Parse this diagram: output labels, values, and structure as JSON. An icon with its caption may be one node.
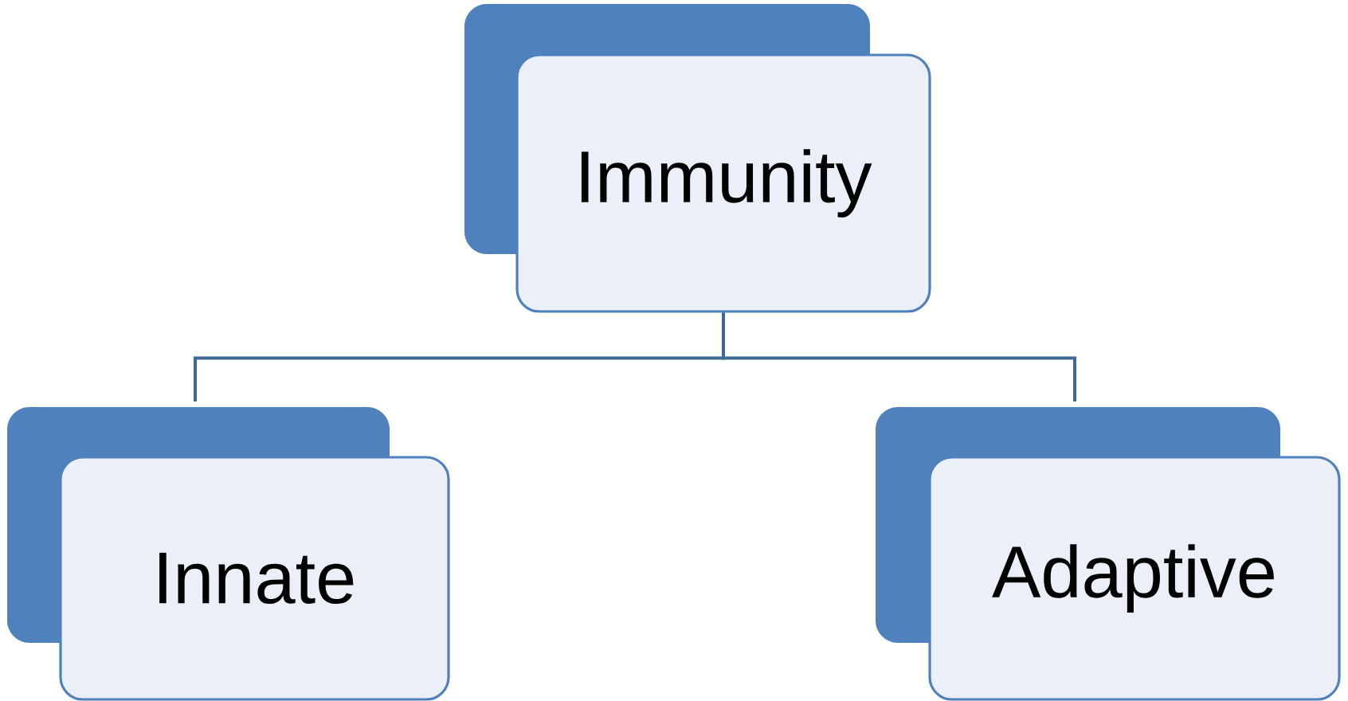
{
  "diagram": {
    "nodes": [
      {
        "text": [
          "Immunity"
        ]
      },
      {
        "text": [
          "Innate"
        ]
      },
      {
        "text": [
          "Adaptive"
        ]
      }
    ],
    "edges": [
      {
        "from": 0,
        "to": 1,
        "arrow": "none"
      },
      {
        "from": 0,
        "to": 2,
        "arrow": "none"
      }
    ]
  }
}
